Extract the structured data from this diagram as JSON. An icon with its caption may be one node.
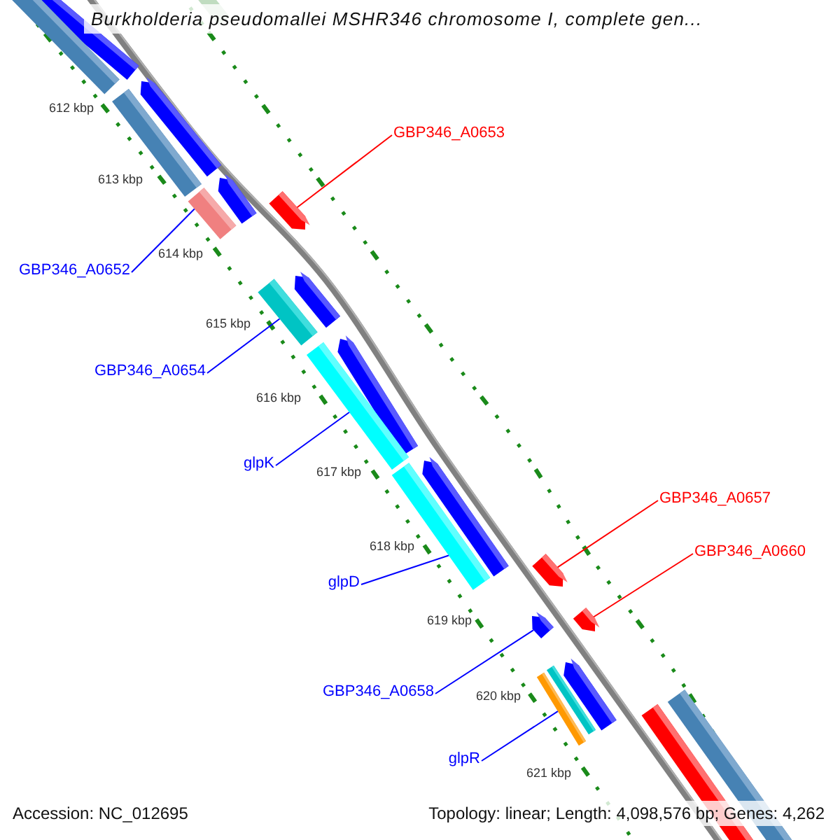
{
  "diagram": {
    "title": "Burkholderia pseudomallei MSHR346 chromosome I, complete gen...",
    "nodes": [
      {
        "text": [
          "GBP346_A0653"
        ]
      },
      {
        "text": [
          "GBP346_A0652"
        ]
      },
      {
        "text": [
          "GBP346_A0654"
        ]
      },
      {
        "text": [
          "glpK"
        ]
      },
      {
        "text": [
          "GBP346_A0657"
        ]
      },
      {
        "text": [
          "glpD"
        ]
      },
      {
        "text": [
          "GBP346_A0660"
        ]
      },
      {
        "text": [
          "GBP346_A0658"
        ]
      },
      {
        "text": [
          "glpR"
        ]
      },
      {
        "text": [],
        "shape": "bar"
      },
      {
        "text": [],
        "shape": "bar"
      },
      {
        "text": [],
        "shape": "bar"
      },
      {
        "text": [],
        "shape": "bar"
      },
      {
        "text": [],
        "shape": "bar"
      },
      {
        "text": [],
        "shape": "bar"
      },
      {
        "text": [],
        "shape": "bar"
      },
      {
        "text": [],
        "shape": "bar"
      },
      {
        "text": [],
        "shape": "bar"
      }
    ],
    "edges": [
      {
        "from": 0,
        "to": 10,
        "arrow": "none",
        "color": "#ff0000"
      },
      {
        "from": 1,
        "to": 9,
        "arrow": "none"
      },
      {
        "from": 2,
        "to": 11,
        "arrow": "none"
      },
      {
        "from": 3,
        "to": 12,
        "arrow": "none"
      },
      {
        "from": 4,
        "to": 14,
        "arrow": "none",
        "color": "#ff0000"
      },
      {
        "from": 5,
        "to": 13,
        "arrow": "none"
      },
      {
        "from": 6,
        "to": 16,
        "arrow": "none",
        "color": "#ff0000"
      },
      {
        "from": 7,
        "to": 15,
        "arrow": "none"
      },
      {
        "from": 8,
        "to": 17,
        "arrow": "none"
      }
    ],
    "labels": [
      "612 kbp",
      "613 kbp",
      "614 kbp",
      "615 kbp",
      "616 kbp",
      "617 kbp",
      "618 kbp",
      "619 kbp",
      "620 kbp",
      "621 kbp",
      "Accession: NC_012695",
      "Topology: linear; Length: 4,098,576 bp; Genes: 4,262"
    ]
  }
}
